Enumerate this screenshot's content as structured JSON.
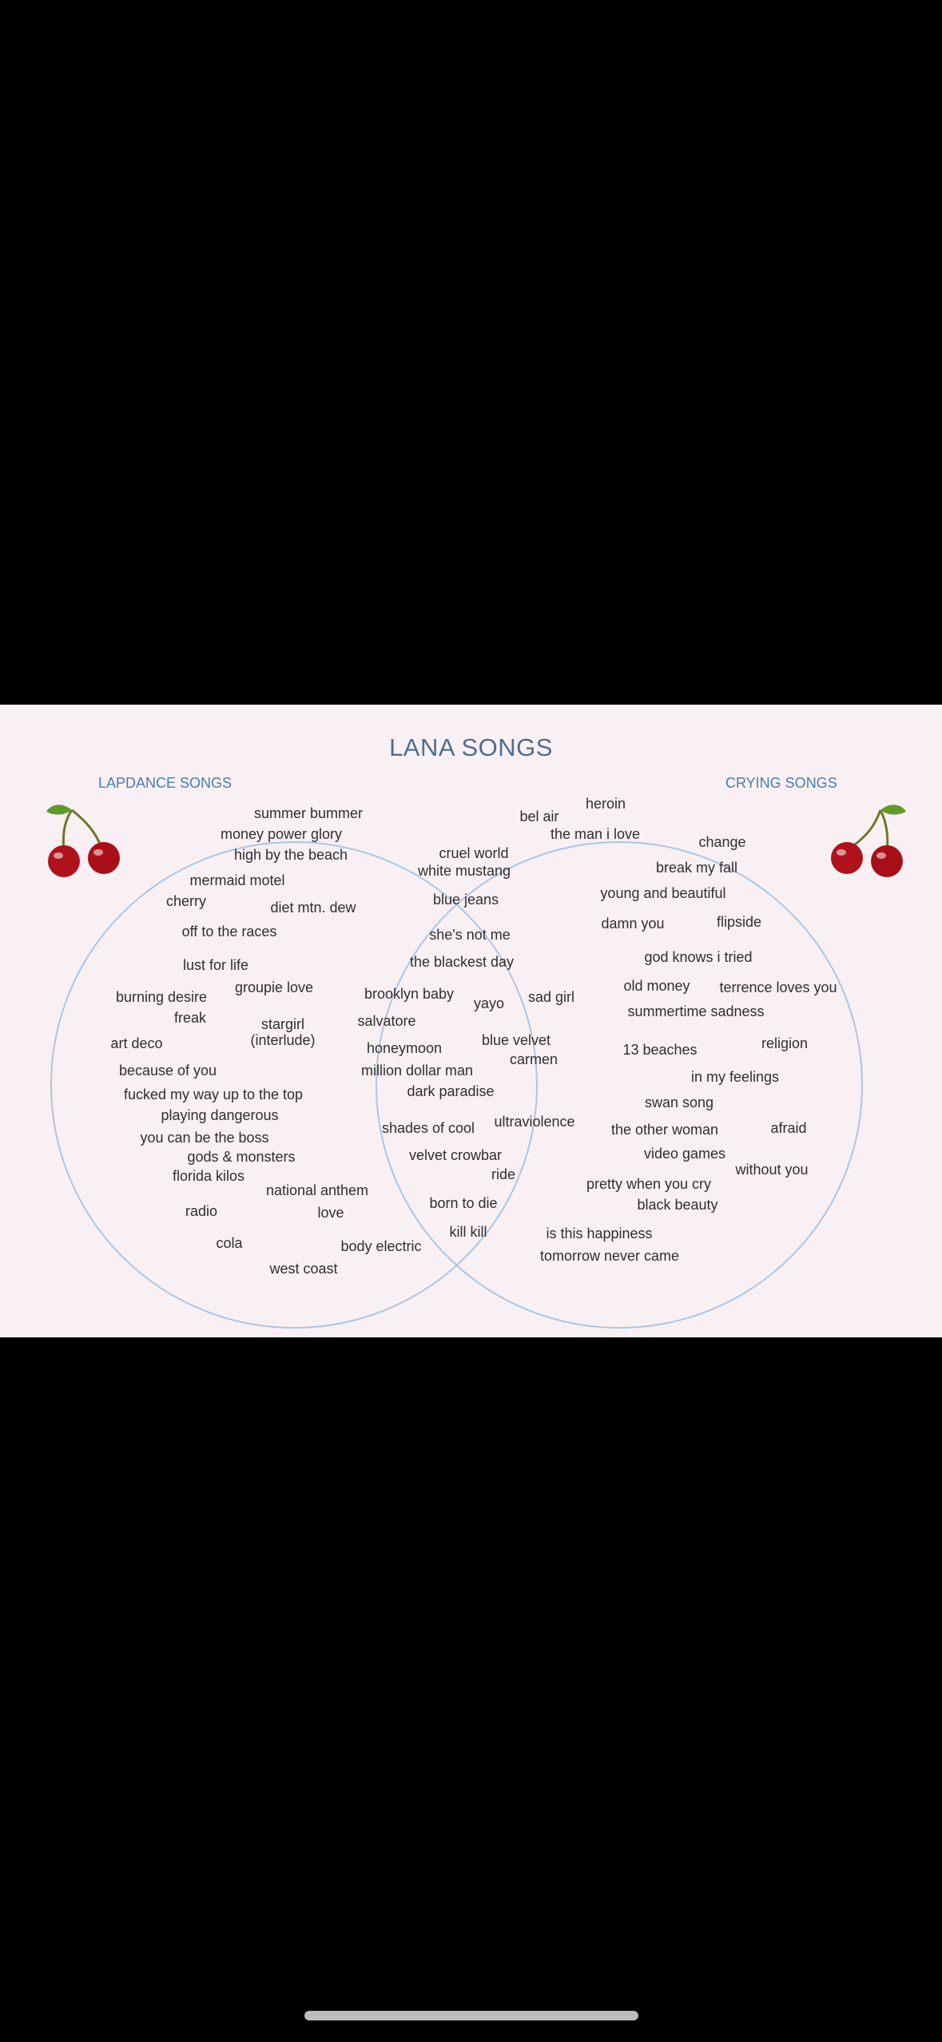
{
  "title": "LANA SONGS",
  "left_label": "LAPDANCE SONGS",
  "right_label": "CRYING SONGS",
  "left_only": [
    "summer bummer",
    "money power glory",
    "high by the beach",
    "mermaid motel",
    "cherry",
    "diet mtn. dew",
    "off to the races",
    "lust for life",
    "burning desire",
    "groupie love",
    "freak",
    "stargirl\n(interlude)",
    "art deco",
    "because of you",
    "fucked my way up to the top",
    "playing dangerous",
    "you can be the boss",
    "gods & monsters",
    "florida kilos",
    "national anthem",
    "radio",
    "love",
    "cola",
    "body electric",
    "west coast"
  ],
  "both": [
    "cruel world",
    "white mustang",
    "blue jeans",
    "she's not me",
    "the blackest day",
    "brooklyn baby",
    "yayo",
    "sad girl",
    "salvatore",
    "blue velvet",
    "honeymoon",
    "carmen",
    "million dollar man",
    "dark paradise",
    "ultraviolence",
    "shades of cool",
    "velvet crowbar",
    "ride",
    "born to die",
    "kill kill"
  ],
  "right_only": [
    "bel air",
    "heroin",
    "the man i love",
    "change",
    "break my fall",
    "young and beautiful",
    "damn you",
    "flipside",
    "god knows i tried",
    "old money",
    "terrence loves you",
    "summertime sadness",
    "13 beaches",
    "religion",
    "in my feelings",
    "swan song",
    "the other woman",
    "afraid",
    "video games",
    "without you",
    "pretty when you cry",
    "black beauty",
    "is this happiness",
    "tomorrow never came"
  ],
  "colors": {
    "background": "#f9f0f3",
    "ring": "#a9c7e6",
    "title": "#4d6f8f",
    "label": "#4a7cb3",
    "cherry": "#b0121b",
    "stem": "#6b7a2a",
    "leaf": "#5f9a2a"
  },
  "icons": [
    "cherry-icon-left",
    "cherry-icon-right"
  ]
}
